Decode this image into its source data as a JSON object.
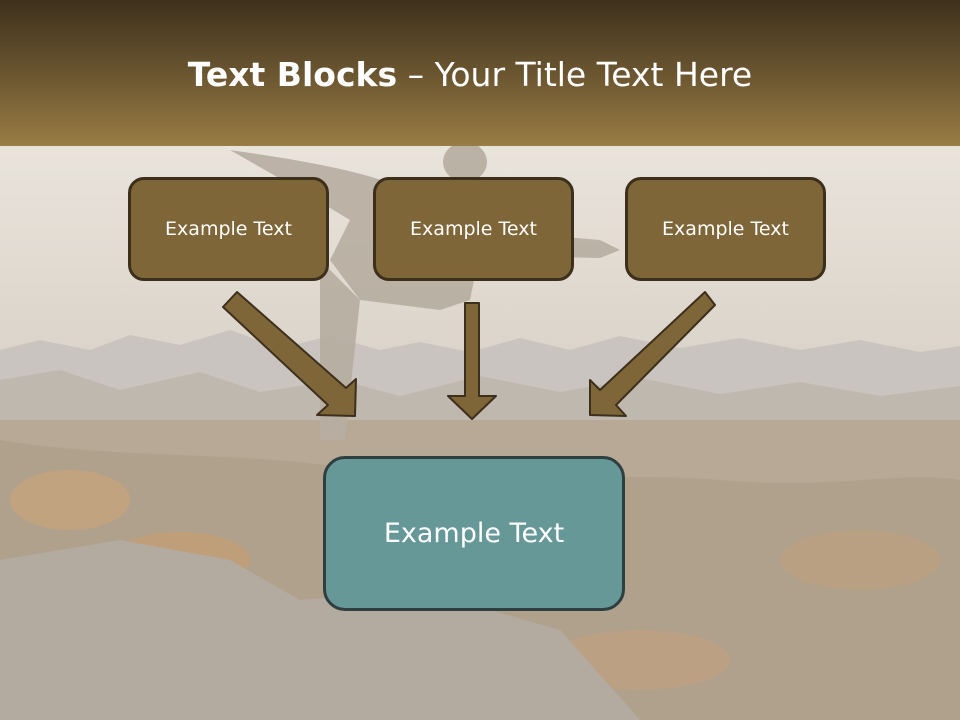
{
  "header": {
    "title_bold": "Text Blocks",
    "title_dash": " – ",
    "title_rest": "Your Title Text Here"
  },
  "boxes": {
    "top_left": "Example Text",
    "top_center": "Example Text",
    "top_right": "Example Text",
    "bottom": "Example Text"
  },
  "colors": {
    "header_dark": "#3e311c",
    "header_light": "#9a7d44",
    "box_fill": "#7f6638",
    "box_border": "#3c2f1b",
    "bottom_box_fill": "#669898",
    "arrow_fill": "#7f6638"
  }
}
